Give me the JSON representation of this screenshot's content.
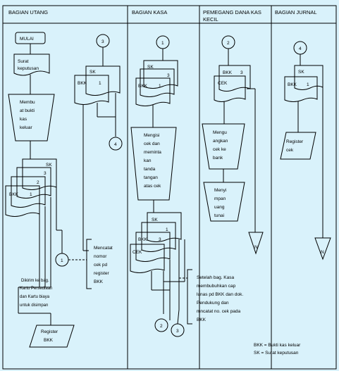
{
  "colors": {
    "background": "#d9f2fb",
    "line": "#000000",
    "text": "#000000"
  },
  "lanes": {
    "utang": "BAGIAN UTANG",
    "kasa": "BAGIAN KASA",
    "pemegang_l1": "PEMEGANG DANA KAS",
    "pemegang_l2": "KECIL",
    "jurnal": "BAGIAN JURNAL"
  },
  "utang": {
    "start": "MULAI",
    "surat_l1": "Surat",
    "surat_l2": "keputusan",
    "membuat_l1": "Membu",
    "membuat_l2": "at bukti",
    "membuat_l3": "kas",
    "membuat_l4": "keluar",
    "doc_sk": "SK",
    "doc_3": "3",
    "doc_2": "2",
    "doc_bkk": "BKK",
    "doc_1": "1",
    "conn_1": "1",
    "note_l1": "Dikirim ke bag.",
    "note_l2": "Kartu Persediaan",
    "note_l3": "dan Kartu biaya",
    "note_l4": "untuk disimpan",
    "register_l1": "Register",
    "register_l2": "BKK",
    "conn_3": "3",
    "file_sk": "SK",
    "file_bkk": "BKK",
    "file_1": "1",
    "conn_4": "4",
    "mencatat_l1": "Mencatat",
    "mencatat_l2": "nomor",
    "mencatat_l3": "cek pd",
    "mencatat_l4": "register",
    "mencatat_l5": "BKK"
  },
  "kasa": {
    "conn_1": "1",
    "doc_sk": "SK",
    "doc_3": "3",
    "doc_bkk": "BKK",
    "doc_1": "1",
    "proc_l1": "Mengisi",
    "proc_l2": "cek dan",
    "proc_l3": "meminta",
    "proc_l4": "kan",
    "proc_l5": "tanda",
    "proc_l6": "tangan",
    "proc_l7": "atas cek",
    "out_sk": "SK",
    "out_1": "1",
    "out_bkk": "BKK",
    "out_3": "3",
    "out_cek": "CEK",
    "conn_2": "2",
    "conn_3": "3",
    "note_l1": "Setelah bag. Kasa",
    "note_l2": "membubuhkan cap",
    "note_l3": "lunas pd BKK dan dok.",
    "note_l4": "Pendukung dan",
    "note_l5": "mncatat no. cek pada",
    "note_l6": "BKK"
  },
  "pemegang": {
    "conn_2": "2",
    "doc_bkk": "BKK",
    "doc_3": "3",
    "doc_cek": "CEK",
    "proc1_l1": "Mengu",
    "proc1_l2": "angkan",
    "proc1_l3": "cek ke",
    "proc1_l4": "bank",
    "proc2_l1": "Menyi",
    "proc2_l2": "mpan",
    "proc2_l3": "uang",
    "proc2_l4": "tunai",
    "file_n": "N"
  },
  "jurnal": {
    "conn_4": "4",
    "doc_sk": "SK",
    "doc_bkk": "BKK",
    "doc_1": "1",
    "register_l1": "Register",
    "register_l2": "cek",
    "file_n": "N"
  },
  "legend": {
    "bkk": "BKK = Bukti kas keluar",
    "sk": "SK   = Surat keputusan"
  }
}
